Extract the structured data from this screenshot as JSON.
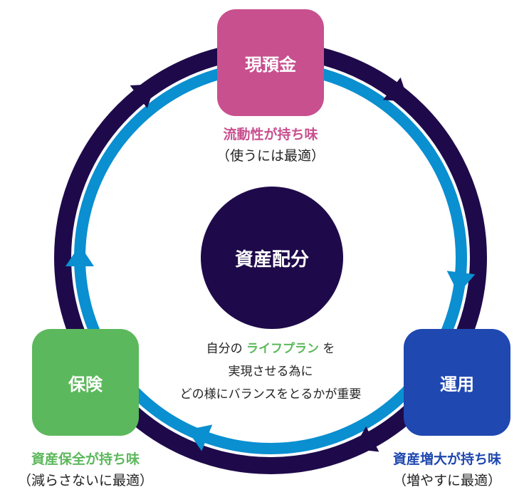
{
  "colors": {
    "ring_outer": "#1e0a4a",
    "ring_inner": "#0a8fd0",
    "center": "#1e0a4a",
    "cash": "#c8508f",
    "insurance": "#5cb85c",
    "investment": "#1f48b0",
    "highlight": "#5cb85c"
  },
  "center": {
    "label": "資産配分"
  },
  "nodes": {
    "cash": {
      "label": "現預金",
      "title": "流動性が持ち味",
      "subtitle": "（使うには最適）"
    },
    "insurance": {
      "label": "保険",
      "title": "資産保全が持ち味",
      "subtitle": "（減らさないに最適）"
    },
    "investment": {
      "label": "運用",
      "title": "資産増大が持ち味",
      "subtitle": "（増やすに最適）"
    }
  },
  "center_text": {
    "line1_pre": "自分の",
    "line1_highlight": "ライフプラン",
    "line1_post": "を",
    "line2": "実現させる為に",
    "line3": "どの様にバランスをとるかが重要"
  }
}
